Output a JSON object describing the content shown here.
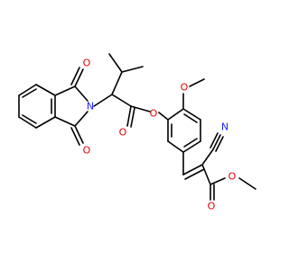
{
  "atoms": {
    "o_imide_top": "O",
    "o_imide_bottom": "O",
    "n_imide": "N",
    "o_ester_carbonyl": "O",
    "o_ester_link": "O",
    "o_methoxy": "O",
    "n_nitrile": "N",
    "o_acrylate_carbonyl": "O",
    "o_acrylate_link": "O"
  },
  "colors": {
    "carbon": "#000000",
    "oxygen": "#e00000",
    "nitrogen": "#2020ff",
    "background": "#ffffff"
  }
}
